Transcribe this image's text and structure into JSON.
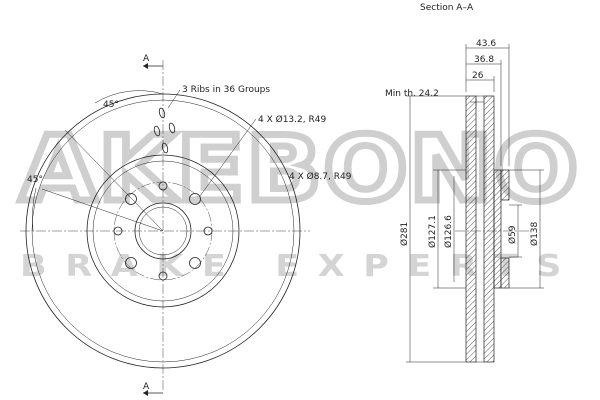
{
  "watermark": {
    "logo_text": "AKEBONO",
    "tagline": "BRAKE EXPERTS"
  },
  "labels": {
    "section_title": "Section A–A",
    "section_mark_top": "A",
    "section_mark_bottom": "A",
    "ribs_note": "3 Ribs in 36 Groups",
    "holes_large_note": "4 X Ø13.2, R49",
    "holes_small_note": "4 X Ø8.7, R49",
    "angle_top": "45°",
    "angle_left": "45°",
    "min_thickness": "Min th. 24.2"
  },
  "dimensions": {
    "width_total": "43.6",
    "width_hat": "36.8",
    "width_inner": "26",
    "dia_outer": "Ø281",
    "dia_hat_outer": "Ø127.1",
    "dia_hat_inner": "Ø126.6",
    "dia_center_bore": "Ø59",
    "dia_pcd": "Ø138"
  }
}
